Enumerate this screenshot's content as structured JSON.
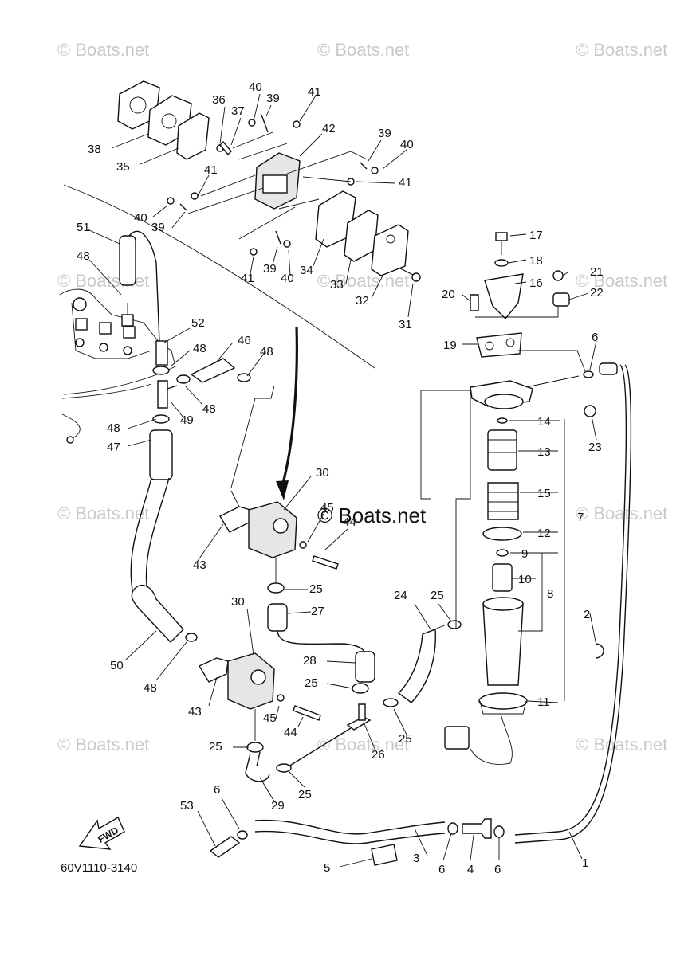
{
  "watermark": "© Boats.net",
  "center_watermark": "© Boats.net",
  "drawing_code": "60V1110-3140",
  "fwd_label": "FWD",
  "labels": {
    "p1": "1",
    "p2": "2",
    "p3": "3",
    "p4": "4",
    "p5": "5",
    "p6a": "6",
    "p6b": "6",
    "p6c": "6",
    "p6d": "6",
    "p7": "7",
    "p8": "8",
    "p9": "9",
    "p10": "10",
    "p11": "11",
    "p12": "12",
    "p13": "13",
    "p14": "14",
    "p15": "15",
    "p16": "16",
    "p17": "17",
    "p18": "18",
    "p19": "19",
    "p20": "20",
    "p21": "21",
    "p22": "22",
    "p23": "23",
    "p24": "24",
    "p25a": "25",
    "p25b": "25",
    "p25c": "25",
    "p25d": "25",
    "p25e": "25",
    "p25f": "25",
    "p26": "26",
    "p27": "27",
    "p28": "28",
    "p29": "29",
    "p30a": "30",
    "p30b": "30",
    "p31": "31",
    "p32": "32",
    "p33": "33",
    "p34": "34",
    "p35": "35",
    "p36": "36",
    "p37": "37",
    "p38": "38",
    "p39a": "39",
    "p39b": "39",
    "p39c": "39",
    "p39d": "39",
    "p40a": "40",
    "p40b": "40",
    "p40c": "40",
    "p40d": "40",
    "p41a": "41",
    "p41b": "41",
    "p41c": "41",
    "p41d": "41",
    "p42": "42",
    "p43a": "43",
    "p43b": "43",
    "p44a": "44",
    "p44b": "44",
    "p45a": "45",
    "p45b": "45",
    "p46": "46",
    "p47": "47",
    "p48a": "48",
    "p48b": "48",
    "p48c": "48",
    "p48d": "48",
    "p48e": "48",
    "p48f": "48",
    "p49": "49",
    "p50": "50",
    "p51": "51",
    "p52": "52",
    "p53": "53"
  }
}
